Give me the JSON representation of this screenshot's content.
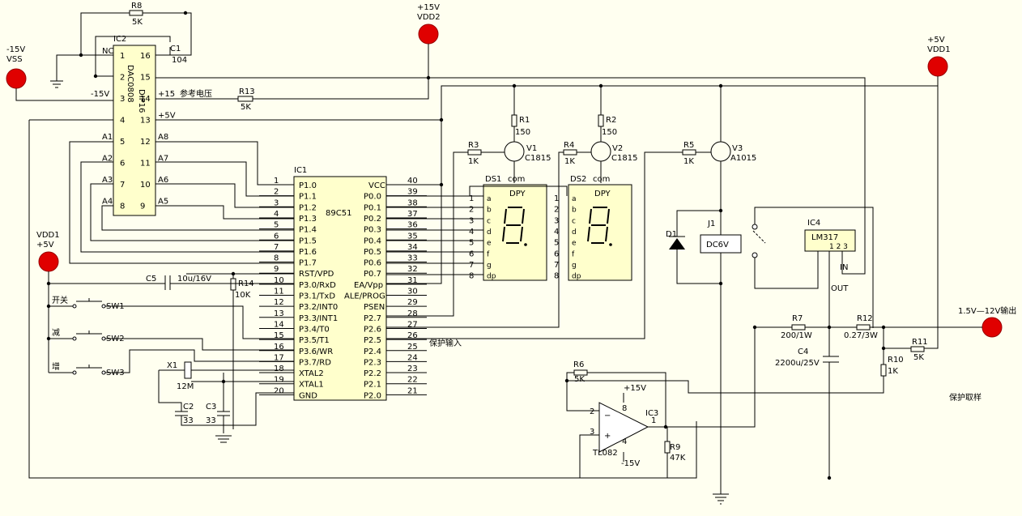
{
  "terminals": {
    "vss": {
      "label": "-15V",
      "net": "VSS"
    },
    "vdd2": {
      "label": "+15V",
      "net": "VDD2"
    },
    "vdd1_top": {
      "label": "+5V",
      "net": "VDD1"
    },
    "vdd1_left": {
      "net": "VDD1",
      "label": "+5V"
    },
    "output": {
      "label": "1.5V—12V输出"
    }
  },
  "ic2": {
    "ref": "IC2",
    "part": "DAC0808",
    "pkg": "DIP16",
    "pins_left": [
      {
        "num": "1",
        "net": "NC"
      },
      {
        "num": "2",
        "net": ""
      },
      {
        "num": "3",
        "net": "-15V"
      },
      {
        "num": "4",
        "net": ""
      },
      {
        "num": "5",
        "net": "A1"
      },
      {
        "num": "6",
        "net": "A2"
      },
      {
        "num": "7",
        "net": "A3"
      },
      {
        "num": "8",
        "net": "A4"
      }
    ],
    "pins_right": [
      {
        "num": "16",
        "net": ""
      },
      {
        "num": "15",
        "net": ""
      },
      {
        "num": "14",
        "net": "+15"
      },
      {
        "num": "13",
        "net": "+5V"
      },
      {
        "num": "12",
        "net": "A8"
      },
      {
        "num": "11",
        "net": "A7"
      },
      {
        "num": "10",
        "net": "A6"
      },
      {
        "num": "9",
        "net": "A5"
      }
    ],
    "ref_voltage_label": "参考电压"
  },
  "ic1": {
    "ref": "IC1",
    "part": "89C51",
    "left": [
      {
        "num": "1",
        "name": "P1.0"
      },
      {
        "num": "2",
        "name": "P1.1"
      },
      {
        "num": "3",
        "name": "P1.2"
      },
      {
        "num": "4",
        "name": "P1.3"
      },
      {
        "num": "5",
        "name": "P1.4"
      },
      {
        "num": "6",
        "name": "P1.5"
      },
      {
        "num": "7",
        "name": "P1.6"
      },
      {
        "num": "8",
        "name": "P1.7"
      },
      {
        "num": "9",
        "name": "RST/VPD"
      },
      {
        "num": "10",
        "name": "P3.0/RxD"
      },
      {
        "num": "11",
        "name": "P3.1/TxD"
      },
      {
        "num": "12",
        "name": "P3.2/INT0"
      },
      {
        "num": "13",
        "name": "P3.3/INT1"
      },
      {
        "num": "14",
        "name": "P3.4/T0"
      },
      {
        "num": "15",
        "name": "P3.5/T1"
      },
      {
        "num": "16",
        "name": "P3.6/WR"
      },
      {
        "num": "17",
        "name": "P3.7/RD"
      },
      {
        "num": "18",
        "name": "XTAL2"
      },
      {
        "num": "19",
        "name": "XTAL1"
      },
      {
        "num": "20",
        "name": "GND"
      }
    ],
    "right": [
      {
        "num": "40",
        "name": "VCC"
      },
      {
        "num": "39",
        "name": "P0.0"
      },
      {
        "num": "38",
        "name": "P0.1"
      },
      {
        "num": "37",
        "name": "P0.2"
      },
      {
        "num": "36",
        "name": "P0.3"
      },
      {
        "num": "35",
        "name": "P0.4"
      },
      {
        "num": "34",
        "name": "P0.5"
      },
      {
        "num": "33",
        "name": "P0.6"
      },
      {
        "num": "32",
        "name": "P0.7"
      },
      {
        "num": "31",
        "name": "EA/Vpp"
      },
      {
        "num": "30",
        "name": "ALE/PROG"
      },
      {
        "num": "29",
        "name": "PSEN"
      },
      {
        "num": "28",
        "name": "P2.7"
      },
      {
        "num": "27",
        "name": "P2.6"
      },
      {
        "num": "26",
        "name": "P2.5"
      },
      {
        "num": "25",
        "name": "P2.4"
      },
      {
        "num": "24",
        "name": "P2.3"
      },
      {
        "num": "23",
        "name": "P2.2"
      },
      {
        "num": "22",
        "name": "P2.1"
      },
      {
        "num": "21",
        "name": "P2.0"
      }
    ],
    "protect_label": "保护输入"
  },
  "displays": [
    {
      "ref": "DS1",
      "title": "DPY",
      "com": "com",
      "seg_pins": [
        "1",
        "2",
        "3",
        "4",
        "5",
        "6",
        "7",
        "8"
      ],
      "seg_names": [
        "a",
        "b",
        "c",
        "d",
        "e",
        "f",
        "g",
        "dp"
      ]
    },
    {
      "ref": "DS2",
      "title": "DPY",
      "com": "com",
      "seg_pins": [
        "1",
        "2",
        "3",
        "4",
        "5",
        "6",
        "7",
        "8"
      ],
      "seg_names": [
        "a",
        "b",
        "c",
        "d",
        "e",
        "f",
        "g",
        "dp"
      ]
    }
  ],
  "transistors": [
    {
      "ref": "V1",
      "part": "C1815"
    },
    {
      "ref": "V2",
      "part": "C1815"
    },
    {
      "ref": "V3",
      "part": "A1015"
    }
  ],
  "resistors": {
    "r8": {
      "ref": "R8",
      "val": "5K"
    },
    "r13": {
      "ref": "R13",
      "val": "5K"
    },
    "r1": {
      "ref": "R1",
      "val": "150"
    },
    "r2": {
      "ref": "R2",
      "val": "150"
    },
    "r3": {
      "ref": "R3",
      "val": "1K"
    },
    "r4": {
      "ref": "R4",
      "val": "1K"
    },
    "r5": {
      "ref": "R5",
      "val": "1K"
    },
    "r14": {
      "ref": "R14",
      "val": "10K"
    },
    "r6": {
      "ref": "R6",
      "val": "5K"
    },
    "r9": {
      "ref": "R9",
      "val": "47K"
    },
    "r7": {
      "ref": "R7",
      "val": "200/1W"
    },
    "r12": {
      "ref": "R12",
      "val": "0.27/3W"
    },
    "r11": {
      "ref": "R11",
      "val": "5K"
    },
    "r10": {
      "ref": "R10",
      "val": "1K"
    }
  },
  "capacitors": {
    "c1": {
      "ref": "C1",
      "val": "104"
    },
    "c5": {
      "ref": "C5",
      "val": "10u/16V"
    },
    "c2": {
      "ref": "C2",
      "val": "33"
    },
    "c3": {
      "ref": "C3",
      "val": "33"
    },
    "c4": {
      "ref": "C4",
      "val": "2200u/25V"
    }
  },
  "crystal": {
    "ref": "X1",
    "val": "12M"
  },
  "switches": [
    {
      "ref": "SW1",
      "label": "开关"
    },
    {
      "ref": "SW2",
      "label": "减"
    },
    {
      "ref": "SW3",
      "label": "增"
    }
  ],
  "diode": {
    "ref": "D1"
  },
  "relay": {
    "ref": "J1",
    "val": "DC6V"
  },
  "ic4": {
    "ref": "IC4",
    "part": "LM317",
    "pins": "1 2 3",
    "in": "IN",
    "out": "OUT"
  },
  "ic3": {
    "ref": "IC3",
    "part": "TL082",
    "pin2": "2",
    "pin3": "3",
    "pin1": "1",
    "pin8": "8",
    "pin4": "4",
    "vpos": "+15V",
    "vneg": "-15V",
    "minus": "−",
    "plus": "+"
  },
  "sample_label": "保护取样"
}
